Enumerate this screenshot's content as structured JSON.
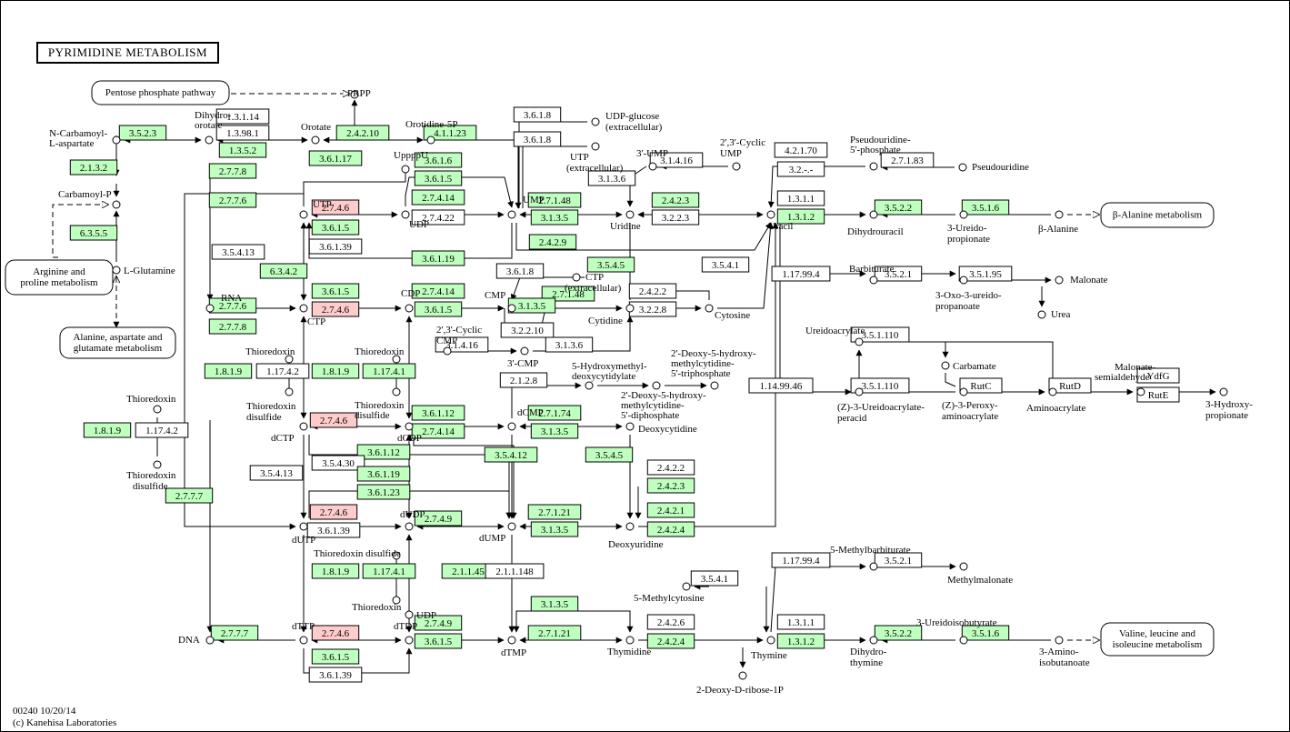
{
  "title": "PYRIMIDINE METABOLISM",
  "footer": {
    "line1": "00240 10/20/14",
    "line2": "(c) Kanehisa Laboratories"
  },
  "colors": {
    "green": "#bfffbf",
    "pink": "#ffcccc",
    "white": "#ffffff",
    "line": "#000000"
  },
  "maps": [
    {
      "id": "pentose",
      "label": "Pentose phosphate pathway"
    },
    {
      "id": "arginine",
      "label": "Arginine and proline metabolism"
    },
    {
      "id": "alanine",
      "label": "Alanine, aspartate and glutamate metabolism"
    },
    {
      "id": "balanine",
      "label": "β-Alanine metabolism"
    },
    {
      "id": "valine",
      "label": "Valine, leucine and isoleucine metabolism"
    }
  ],
  "compounds": [
    "PRPP",
    "N-Carbamoyl-L-aspartate",
    "Dihydro-orotate",
    "Orotate",
    "Orotidine-5P",
    "UDP-glucose (extracellular)",
    "UTP (extracellular)",
    "3'-UMP",
    "2',3'-Cyclic UMP",
    "Pseudouridine-5'-phosphate",
    "Pseudouridine",
    "Carbamoyl-P",
    "L-Glutamine",
    "UTP",
    "UDP",
    "UMP",
    "Uridine",
    "Uracil",
    "Dihydrouracil",
    "3-Ureido-propionate",
    "β-Alanine",
    "UppppU",
    "RNA",
    "CTP",
    "CDP",
    "CMP",
    "CTP (extracellular)",
    "Cytidine",
    "Cytosine",
    "Barbiturate",
    "3-Oxo-3-ureido-propanoate",
    "Malonate",
    "Urea",
    "2',3'-Cyclic CMP",
    "3'-CMP",
    "Ureidoacrylate",
    "Carbamate",
    "(Z)-3-Ureidoacrylate-peracid",
    "(Z)-3-Peroxy-aminoacrylate",
    "Aminoacrylate",
    "Malonate-semialdehyde",
    "3-Hydroxy-propionate",
    "Thioredoxin",
    "Thioredoxin disulfide",
    "dCTP",
    "dCDP",
    "dCMP",
    "Deoxycytidine",
    "5-Hydroxymethyl-deoxycytidylate",
    "2'-Deoxy-5-hydroxy-methylcytidine-5'-triphosphate",
    "2'-Deoxy-5-hydroxy-methylcytidine-5'-diphosphate",
    "dUTP",
    "dUDP",
    "dUMP",
    "Deoxyuridine",
    "5-Methylbarbiturate",
    "Methylmalonate",
    "5-Methylcytosine",
    "DNA",
    "dTTP",
    "dTDP",
    "dTMP",
    "Thymidine",
    "Thymine",
    "Dihydro-thymine",
    "3-Ureidoisobutyrate",
    "3-Amino-isobutanoate",
    "2-Deoxy-D-ribose-1P"
  ],
  "enzymes": [
    "1.3.1.14",
    "1.3.98.1",
    "1.3.5.2",
    "2.4.2.10",
    "4.1.1.23",
    "3.5.2.3",
    "2.1.3.2",
    "6.3.5.5",
    "2.7.7.8",
    "2.7.7.6",
    "3.6.1.17",
    "3.6.1.6",
    "3.6.1.5",
    "2.7.4.14",
    "2.7.4.22",
    "2.7.4.6",
    "3.6.1.39",
    "3.6.1.19",
    "6.3.4.2",
    "3.5.4.13",
    "3.6.1.8",
    "3.1.3.6",
    "3.1.4.16",
    "2.7.1.48",
    "3.1.3.5",
    "2.4.2.3",
    "3.2.2.3",
    "2.4.2.9",
    "4.2.1.70",
    "3.2.-.-",
    "2.7.1.83",
    "1.3.1.1",
    "1.3.1.2",
    "3.5.2.2",
    "3.5.1.6",
    "3.5.4.5",
    "3.5.4.1",
    "2.4.2.2",
    "3.2.2.8",
    "3.2.2.10",
    "1.17.99.4",
    "3.5.2.1",
    "3.5.1.95",
    "1.8.1.9",
    "1.17.4.2",
    "1.17.4.1",
    "3.5.1.110",
    "1.14.99.46",
    "RutC",
    "RutD",
    "YdfG",
    "RutE",
    "2.1.2.8",
    "3.6.1.12",
    "2.7.1.74",
    "3.5.4.30",
    "3.6.1.23",
    "3.5.4.12",
    "2.7.7.7",
    "2.7.4.9",
    "2.7.1.21",
    "2.4.2.1",
    "2.4.2.4",
    "2.1.1.45",
    "2.1.1.148",
    "2.4.2.6"
  ]
}
